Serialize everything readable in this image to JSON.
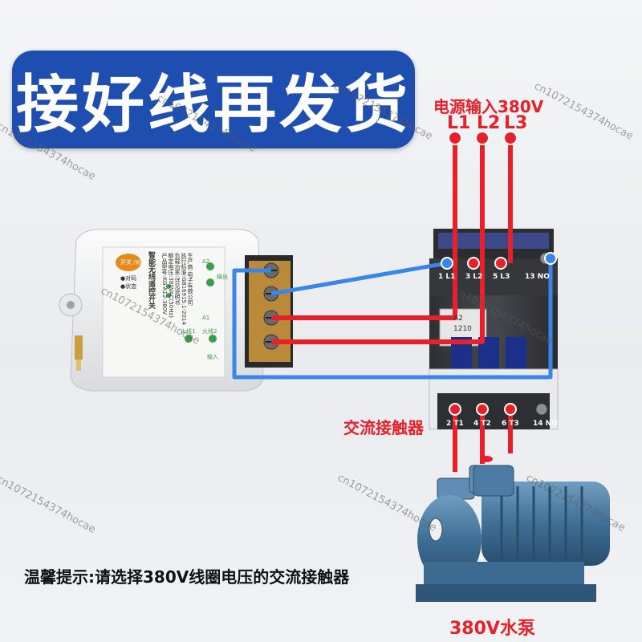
{
  "banner": {
    "title": "接好线再发货"
  },
  "labels": {
    "power_input": "电源输入380V",
    "l1": "L1",
    "l2": "L2",
    "l3": "L3",
    "contactor": "交流接触器",
    "pump": "380V水泵",
    "tip": "温馨提示:请选择380V线圈电压的交流接触器"
  },
  "switch_device": {
    "name": "智能无线遥控开关",
    "badge": "开关 /对码",
    "status_1": "●对码",
    "status_2": "●状态",
    "spec_1": "产品型号:KG-A12-380V",
    "spec_2": "额定电压:380VAC(50Hz)",
    "spec_3": "负载功率:详见说明书",
    "spec_4": "执行标准:GB16915.1-2014",
    "spec_5": "生产商:电子有限公司",
    "terminal_a2": "A2",
    "terminal_a1": "A1",
    "terminal_out": "输出",
    "terminal_in": "输入",
    "fire_1": "火线1",
    "fire_2": "火线2"
  },
  "contactor": {
    "model": "1210",
    "coil_top": "A2",
    "terminals_top": [
      "1 L1",
      "3 L2",
      "5 L3",
      "13 NO"
    ],
    "terminals_bottom": [
      "2 T1",
      "4 T2",
      "6 T3",
      "14 NO"
    ]
  },
  "watermark": "cn1072154374hocae",
  "colors": {
    "banner": "#1e4fb0",
    "red_wire": "#e8202a",
    "blue_wire": "#3a86e8"
  }
}
